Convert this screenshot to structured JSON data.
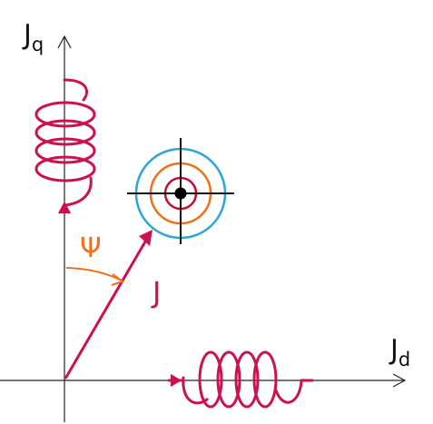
{
  "labels": {
    "axis_q": {
      "main": "J",
      "sub": "q"
    },
    "axis_d": {
      "main": "J",
      "sub": "d"
    },
    "vector": "J",
    "angle": "Ψ"
  },
  "colors": {
    "axis": "#222222",
    "vector": "#cc1150",
    "coil": "#cc1150",
    "angle": "#f07018",
    "ring_outer": "#2aa7d8",
    "ring_middle": "#f07018",
    "ring_inner": "#c01030",
    "crosshair": "#111111",
    "center_dot": "#000000"
  }
}
